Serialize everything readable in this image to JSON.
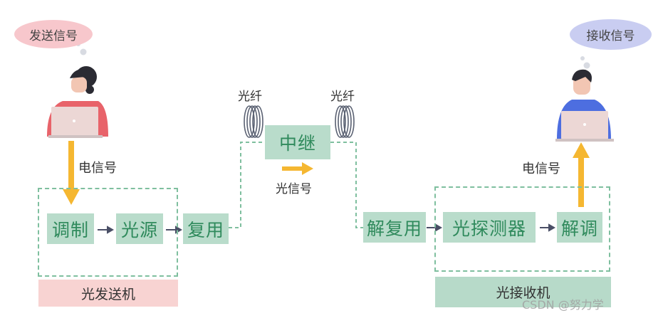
{
  "bubbles": {
    "send": "发送信号",
    "receive": "接收信号"
  },
  "labels": {
    "electric_signal_left": "电信号",
    "electric_signal_right": "电信号",
    "fiber_left": "光纤",
    "fiber_right": "光纤",
    "optical_signal": "光信号"
  },
  "boxes": {
    "modulation": "调制",
    "light_source": "光源",
    "multiplexing": "复用",
    "relay": "中继",
    "demultiplexing": "解复用",
    "photodetector": "光探测器",
    "demodulation": "解调"
  },
  "panels": {
    "transmitter": "光发送机",
    "receiver": "光接收机"
  },
  "watermark": "CSDN @努力学",
  "colors": {
    "box_fill": "#b9dccb",
    "box_text": "#2f8a5c",
    "dashed": "#7fbf9f",
    "arrow": "#f5b731",
    "send_bubble": "#f7c7cc",
    "receive_bubble": "#c9cdf1",
    "transmitter_panel": "#f8d3d2",
    "receiver_panel": "#b7dac9"
  }
}
